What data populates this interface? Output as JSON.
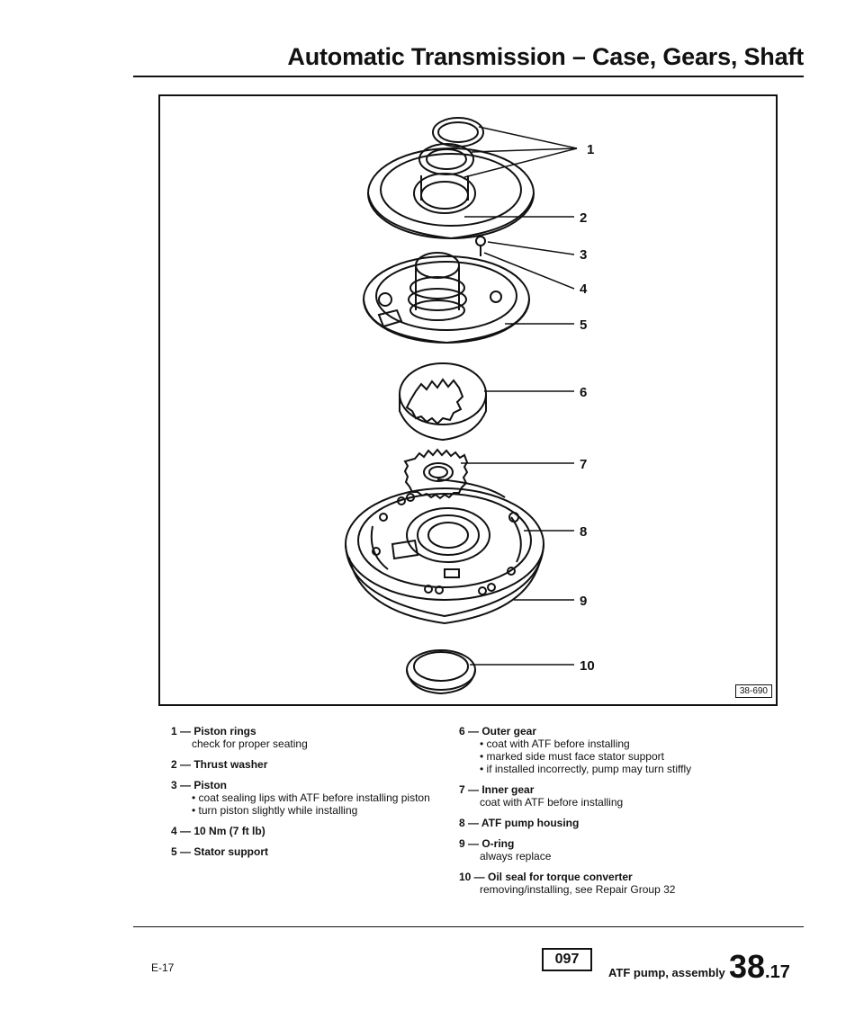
{
  "header": {
    "title": "Automatic Transmission – Case, Gears, Shaft"
  },
  "figure": {
    "callouts": [
      "1",
      "2",
      "3",
      "4",
      "5",
      "6",
      "7",
      "8",
      "9",
      "10"
    ],
    "code": "38-690"
  },
  "legend": {
    "items": [
      {
        "title": "1 — Piston rings",
        "lines": [
          "check for proper seating"
        ]
      },
      {
        "title": "2 — Thrust washer",
        "lines": []
      },
      {
        "title": "3 — Piston",
        "lines": [
          "• coat sealing lips with ATF before installing piston",
          "• turn piston slightly while installing"
        ]
      },
      {
        "title": "4 — 10 Nm (7 ft lb)",
        "lines": []
      },
      {
        "title": "5 — Stator support",
        "lines": []
      },
      {
        "title": "6 — Outer gear",
        "lines": [
          "• coat with ATF before installing",
          "• marked side must face stator support",
          "• if installed incorrectly, pump may turn stiffly"
        ]
      },
      {
        "title": "7 — Inner gear",
        "lines": [
          "coat with ATF before installing"
        ]
      },
      {
        "title": "8 — ATF pump housing",
        "lines": []
      },
      {
        "title": "9 — O-ring",
        "lines": [
          "always replace"
        ]
      },
      {
        "title": "10 — Oil seal for torque converter",
        "lines": [
          "removing/installing, see Repair Group 32"
        ]
      }
    ]
  },
  "footer": {
    "page_ref": "E-17",
    "model": "097",
    "section": "ATF pump, assembly",
    "number_major": "38",
    "number_minor": ".17"
  }
}
